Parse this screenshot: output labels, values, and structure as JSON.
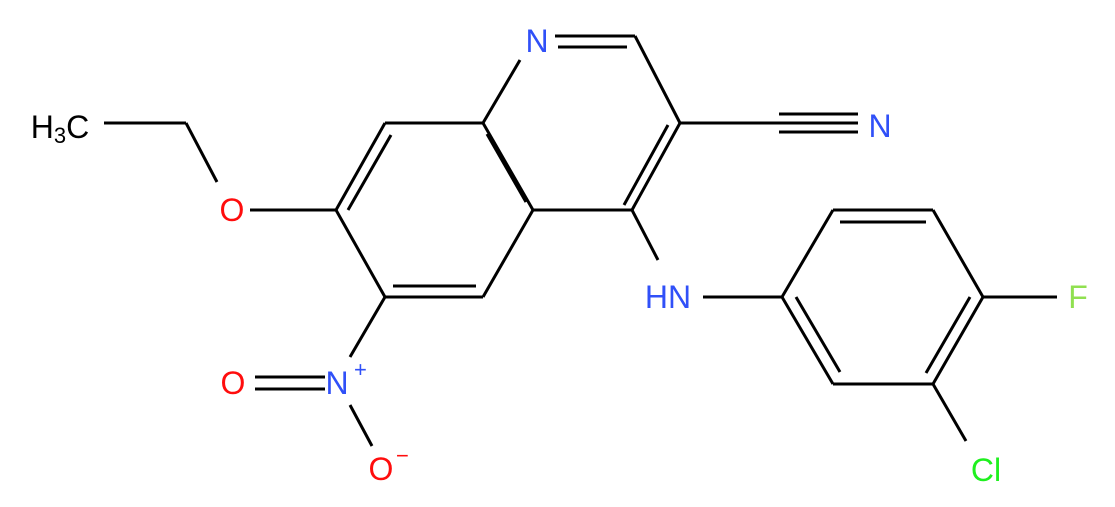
{
  "molecule": {
    "atoms": {
      "n_ring": {
        "text": "N",
        "color": "#3050F8"
      },
      "n_nitrile": {
        "text": "N",
        "color": "#3050F8"
      },
      "ch3": {
        "main": "H",
        "sub": "3",
        "tail": "C",
        "color": "#000000"
      },
      "o_ether": {
        "text": "O",
        "color": "#FF0D0D"
      },
      "nh": {
        "text": "HN",
        "color": "#3050F8"
      },
      "f": {
        "text": "F",
        "color": "#90E050"
      },
      "n_nitro": {
        "text": "N",
        "color": "#3050F8",
        "charge": "+"
      },
      "o_nitro_double": {
        "text": "O",
        "color": "#FF0D0D"
      },
      "o_nitro_minus": {
        "text": "O",
        "color": "#FF0D0D",
        "charge": "−"
      },
      "cl": {
        "text": "Cl",
        "color": "#1FF01F"
      }
    }
  }
}
